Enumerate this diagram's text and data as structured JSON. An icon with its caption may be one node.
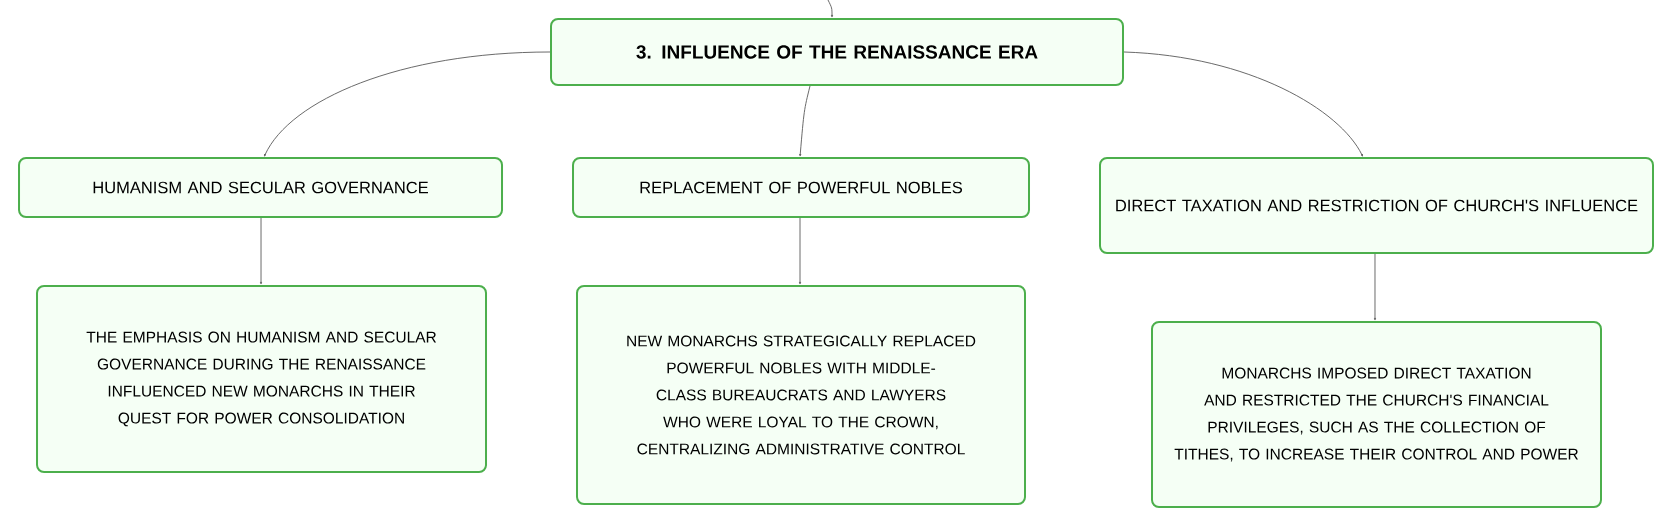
{
  "diagram": {
    "nodes": [
      {
        "text": [
          "3. INFLUENCE OF THE RENAISSANCE ERA"
        ]
      },
      {
        "text": [
          "HUMANISM AND SECULAR GOVERNANCE"
        ]
      },
      {
        "text": [
          "REPLACEMENT OF POWERFUL NOBLES"
        ]
      },
      {
        "text": [
          "DIRECT TAXATION AND RESTRICTION OF CHURCH'S INFLUENCE"
        ]
      },
      {
        "text": [
          "THE EMPHASIS ON HUMANISM AND SECULAR GOVERNANCE DURING THE RENAISSANCE INFLUENCED NEW MONARCHS IN THEIR QUEST FOR POWER CONSOLIDATION"
        ]
      },
      {
        "text": [
          "NEW MONARCHS STRATEGICALLY REPLACED POWERFUL NOBLES WITH MIDDLE-CLASS BUREAUCRATS AND LAWYERS WHO WERE LOYAL TO THE CROWN, CENTRALIZING ADMINISTRATIVE CONTROL"
        ]
      },
      {
        "text": [
          "MONARCHS IMPOSED DIRECT TAXATION AND RESTRICTED THE CHURCH'S FINANCIAL PRIVILEGES, SUCH AS THE COLLECTION OF TITHES, TO INCREASE THEIR CONTROL AND POWER"
        ]
      }
    ],
    "edges": [
      {
        "from": null,
        "to": 0,
        "arrow": "to"
      },
      {
        "from": 0,
        "to": 1,
        "arrow": "to"
      },
      {
        "from": 0,
        "to": 2,
        "arrow": "to"
      },
      {
        "from": 0,
        "to": 3,
        "arrow": "to"
      },
      {
        "from": 1,
        "to": 4,
        "arrow": "to"
      },
      {
        "from": 2,
        "to": 5,
        "arrow": "to"
      },
      {
        "from": 3,
        "to": 6,
        "arrow": "to"
      }
    ]
  }
}
